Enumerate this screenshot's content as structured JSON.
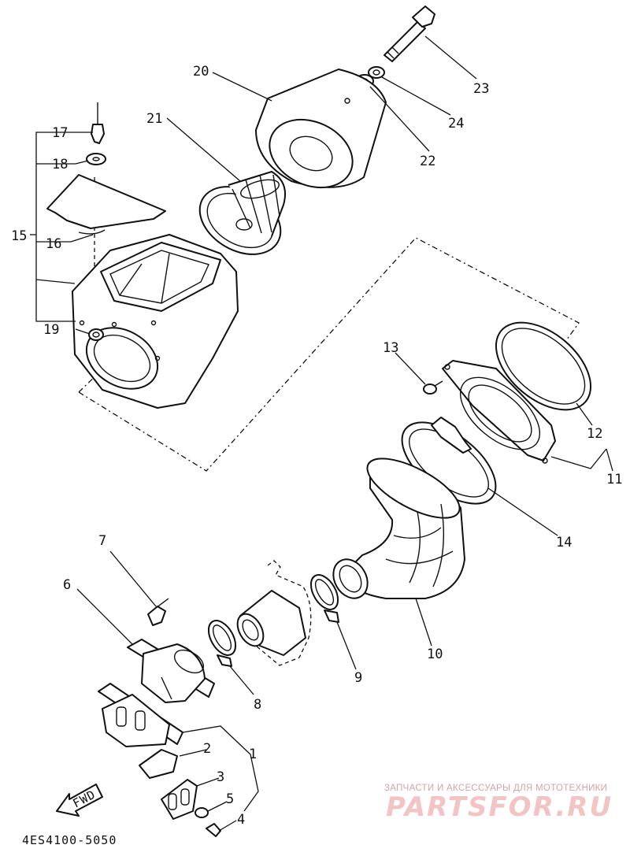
{
  "diagram": {
    "parts": [
      {
        "number": "1"
      },
      {
        "number": "2"
      },
      {
        "number": "3"
      },
      {
        "number": "4"
      },
      {
        "number": "5"
      },
      {
        "number": "6"
      },
      {
        "number": "7"
      },
      {
        "number": "8"
      },
      {
        "number": "9"
      },
      {
        "number": "10"
      },
      {
        "number": "11"
      },
      {
        "number": "12"
      },
      {
        "number": "13"
      },
      {
        "number": "14"
      },
      {
        "number": "15"
      },
      {
        "number": "16"
      },
      {
        "number": "17"
      },
      {
        "number": "18"
      },
      {
        "number": "19"
      },
      {
        "number": "20"
      },
      {
        "number": "21"
      },
      {
        "number": "22"
      },
      {
        "number": "23"
      },
      {
        "number": "24"
      }
    ],
    "fwd_label": "FWD",
    "diagram_code": "4ES4100-5050"
  },
  "watermark": {
    "tagline": "ЗАПЧАСТИ И АКСЕССУАРЫ ДЛЯ МОТОТЕХНИКИ",
    "brand": "PARTSFOR.RU",
    "color": "#e8a0a0"
  }
}
